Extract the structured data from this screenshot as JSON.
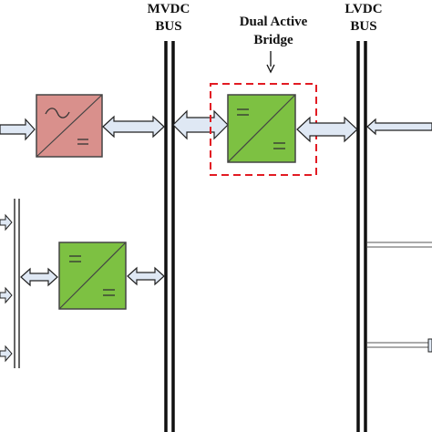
{
  "labels": {
    "mvdc_line1": "MVDC",
    "mvdc_line2": "BUS",
    "dab_line1": "Dual Active",
    "dab_line2": "Bridge",
    "lvdc_line1": "LVDC",
    "lvdc_line2": "BUS"
  },
  "colors": {
    "ac_dc_converter": "#d9908c",
    "dc_dc_converter": "#7dc142",
    "arrow_fill": "#dfe8f4",
    "dab_highlight": "#e21b23",
    "bus": "#111111"
  },
  "icons": {
    "ac_dc": "ac-dc-converter-icon",
    "dc_dc": "dc-dc-converter-icon",
    "bidirectional_arrow": "double-arrow-icon"
  }
}
